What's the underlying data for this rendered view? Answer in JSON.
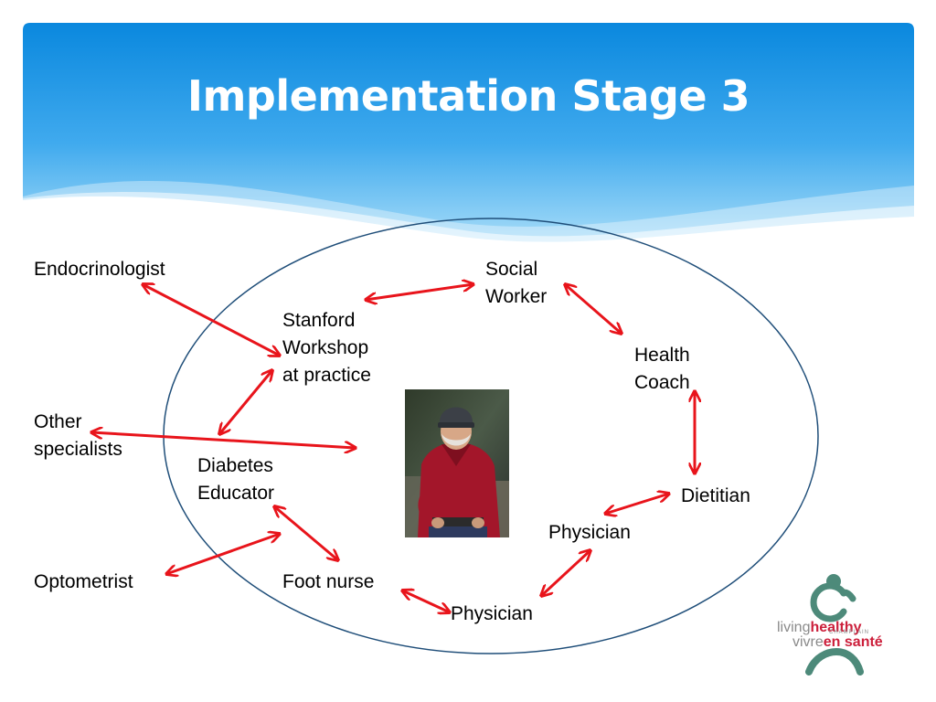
{
  "slide": {
    "title": "Implementation Stage 3"
  },
  "nodes": {
    "endocrinologist": "Endocrinologist",
    "other_specialists": "Other\nspecialists",
    "optometrist": "Optometrist",
    "stanford_workshop": "Stanford\nWorkshop\nat practice",
    "social_worker": "Social\nWorker",
    "health_coach": "Health\nCoach",
    "dietitian": "Dietitian",
    "physician_right": "Physician",
    "physician_bottom": "Physician",
    "foot_nurse": "Foot nurse",
    "diabetes_educator": "Diabetes\nEducator"
  },
  "logo": {
    "living": "living",
    "healthy": "healthy",
    "champlain": "CHAMPLAIN",
    "vivre": "vivre",
    "en_sante": "en santé"
  },
  "colors": {
    "header_blue_top": "#1a8fe0",
    "header_blue_bottom": "#8ed2f7",
    "arrow_red": "#e8141b",
    "ellipse_blue": "#1f4e79",
    "logo_teal": "#4d8a7a",
    "logo_red": "#cc1f3b"
  }
}
